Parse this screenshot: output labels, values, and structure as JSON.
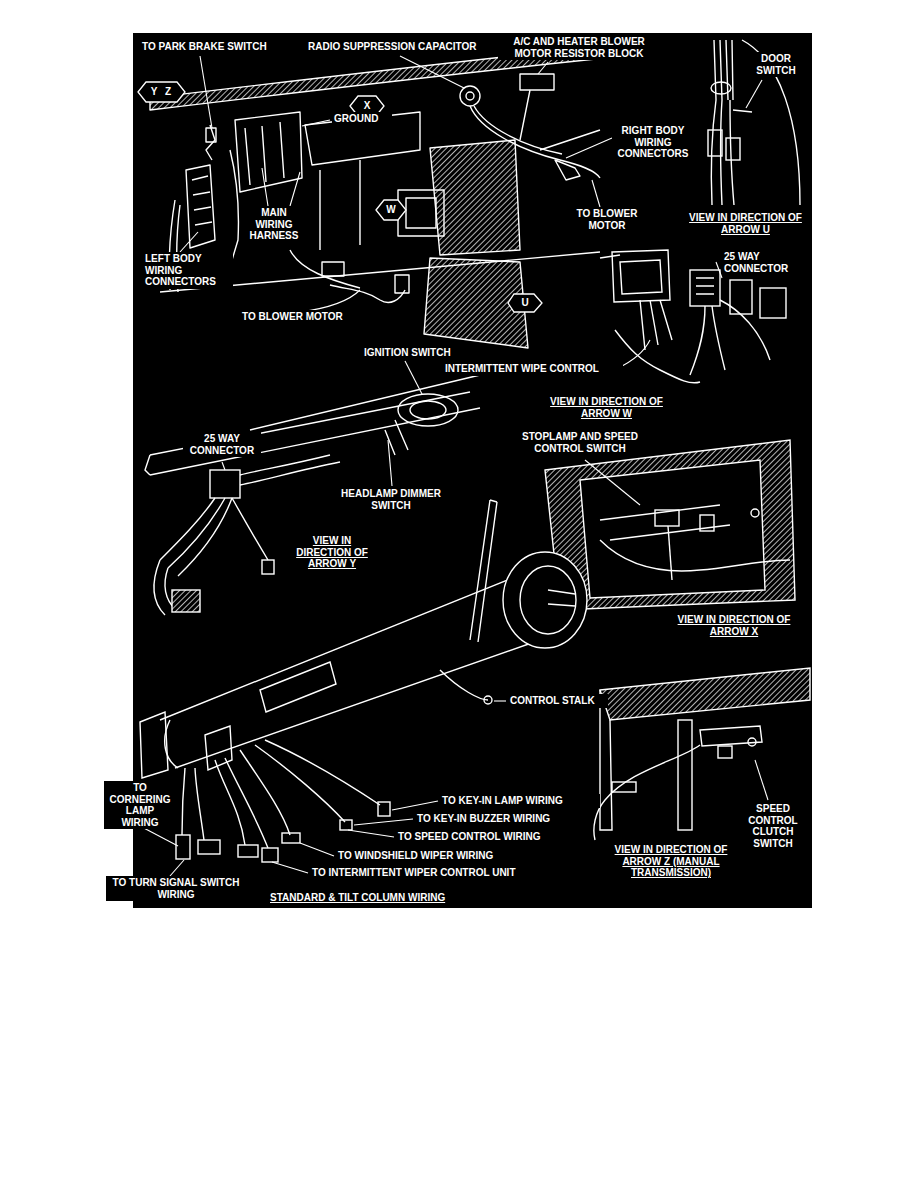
{
  "diagram": {
    "labels": [
      "TO PARK BRAKE SWITCH",
      "RADIO SUPPRESSION CAPACITOR",
      "A/C AND HEATER BLOWER MOTOR RESISTOR BLOCK",
      "GROUND",
      "DOOR SWITCH",
      "RIGHT BODY WIRING CONNECTORS",
      "MAIN WIRING HARNESS",
      "LEFT BODY WIRING CONNECTORS",
      "TO BLOWER MOTOR",
      "VIEW IN DIRECTION OF ARROW U",
      "TO BLOWER MOTOR",
      "25 WAY CONNECTOR",
      "IGNITION SWITCH",
      "INTERMITTENT WIPE CONTROL",
      "VIEW IN DIRECTION OF ARROW W",
      "25 WAY CONNECTOR",
      "STOPLAMP AND SPEED CONTROL SWITCH",
      "HEADLAMP DIMMER SWITCH",
      "VIEW IN DIRECTION OF ARROW Y",
      "VIEW IN DIRECTION OF ARROW X",
      "CONTROL STALK",
      "TO CORNERING LAMP WIRING",
      "TO KEY-IN LAMP WIRING",
      "TO KEY-IN BUZZER WIRING",
      "SPEED CONTROL CLUTCH SWITCH",
      "TO SPEED CONTROL WIRING",
      "VIEW IN DIRECTION OF ARROW Z (MANUAL TRANSMISSION)",
      "TO WINDSHIELD WIPER WIRING",
      "TO INTERMITTENT WIPER CONTROL UNIT",
      "TO TURN SIGNAL SWITCH WIRING",
      "STANDARD & TILT COLUMN WIRING",
      "Y",
      "Z",
      "X",
      "W",
      "U"
    ]
  }
}
